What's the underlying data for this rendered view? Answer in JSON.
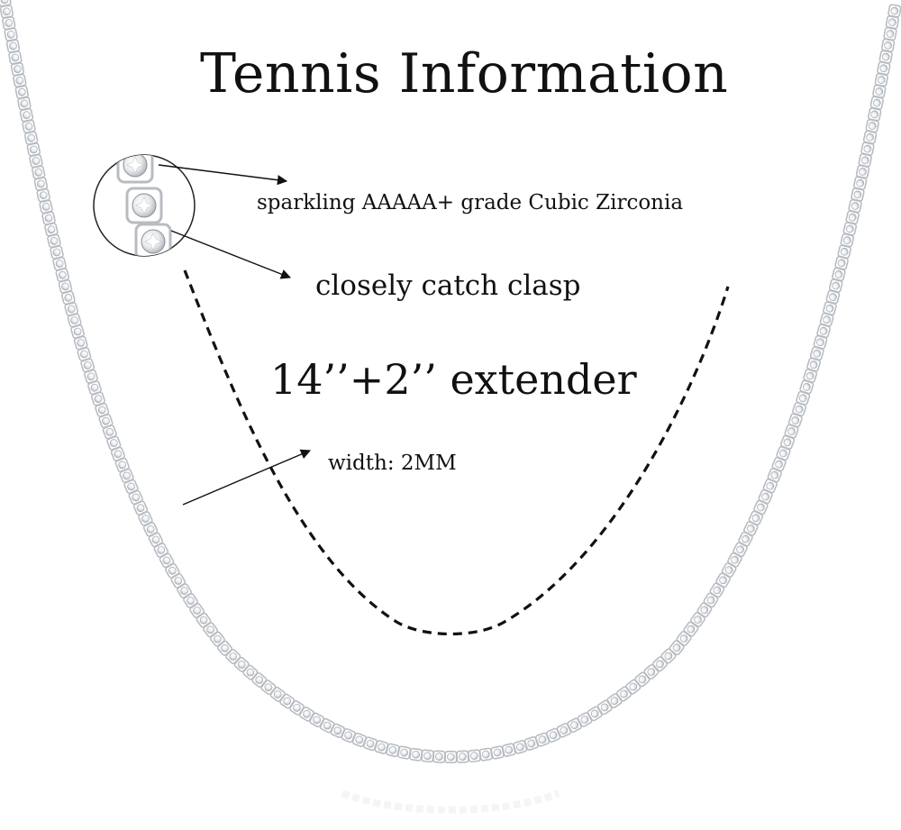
{
  "title": "Tennis Information",
  "callouts": {
    "stones": "sparkling AAAAA+ grade Cubic Zirconia",
    "clasp": "closely catch clasp",
    "length": "14’’+2’’ extender",
    "width": "width: 2MM"
  },
  "illustration": {
    "subject": "silver tennis necklace",
    "icons": [
      "necklace-chain",
      "magnifier-circle-icon",
      "dashed-length-guide"
    ]
  },
  "colors": {
    "background": "#ffffff",
    "text": "#111111",
    "chain_metal": "#b8bcc2",
    "stone": "#f4f6f8"
  }
}
